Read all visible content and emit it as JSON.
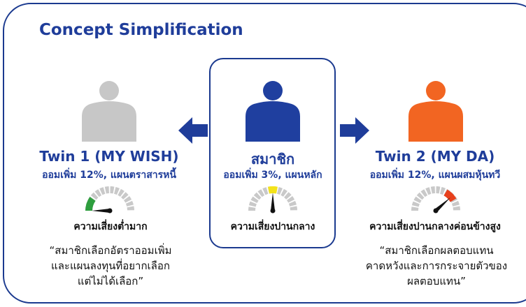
{
  "title": "Concept Simplification",
  "colors": {
    "navy": "#1f3d9a",
    "frame": "#1b3a8f",
    "person_left": "#c7c7c7",
    "person_center": "#1f3f9f",
    "person_right": "#f26522",
    "gauge_low": "#2e9e3e",
    "gauge_mid": "#f4e31a",
    "gauge_high": "#e8401c"
  },
  "left": {
    "icon": "person-icon",
    "name": "Twin 1 (MY WISH)",
    "plan": "ออมเพิ่ม 12%, แผนตราสารหนี้",
    "risk": "ความเสี่ยงต่ำมาก",
    "quote_lines": [
      "“สมาชิกเลือกอัตราออมเพิ่ม",
      "และแผนลงทุนที่อยากเลือก",
      "แต่ไม่ได้เลือก”"
    ]
  },
  "center": {
    "icon": "person-icon",
    "name": "สมาชิก",
    "plan": "ออมเพิ่ม 3%, แผนหลัก",
    "risk": "ความเสี่ยงปานกลาง"
  },
  "right": {
    "icon": "person-icon",
    "name": "Twin 2 (MY DA)",
    "plan": "ออมเพิ่ม 12%, แผนผสมหุ้นทวี",
    "risk": "ความเสี่ยงปานกลางค่อนข้างสูง",
    "quote_lines": [
      "“สมาชิกเลือกผลตอบแทน",
      "คาดหวังและการกระจายตัวของ",
      "ผลตอบแทน”"
    ]
  }
}
